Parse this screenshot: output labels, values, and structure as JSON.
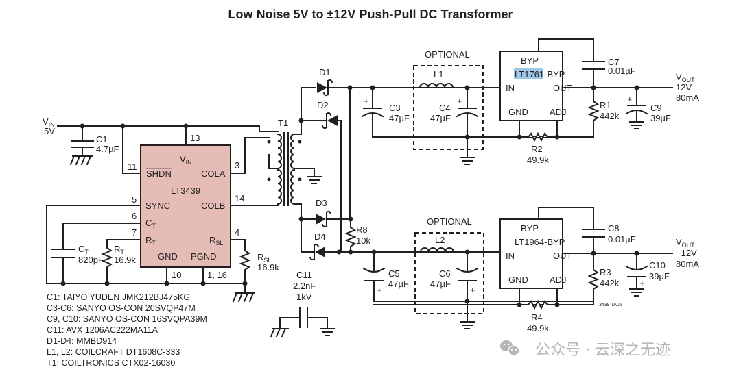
{
  "title": "Low Noise 5V to ±12V Push-Pull DC Transformer",
  "colors": {
    "ic_fill": "#e5bdb6",
    "highlight": "#9ec8e6",
    "ink": "#231f20",
    "watermark": "#b5b5b5"
  },
  "input": {
    "label": "V",
    "sub": "IN",
    "value": "5V"
  },
  "c1": {
    "ref": "C1",
    "value": "4.7µF"
  },
  "ic_main": {
    "name": "LT3439",
    "pins": {
      "vin": "V",
      "vin_sub": "IN",
      "shdn": "SHDN",
      "cola": "COLA",
      "colb": "COLB",
      "sync": "SYNC",
      "ct": "C",
      "ct_sub": "T",
      "rt": "R",
      "rt_sub": "T",
      "rsl": "R",
      "rsl_sub": "SL",
      "gnd": "GND",
      "pgnd": "PGND"
    },
    "pin_numbers": {
      "vin": "13",
      "shdn": "11",
      "cola": "3",
      "colb": "14",
      "sync": "5",
      "ct": "6",
      "rt": "7",
      "rsl": "4",
      "gnd": "10",
      "pgnd": "1, 16"
    }
  },
  "ct": {
    "ref": "C",
    "ref_sub": "T",
    "value": "820pF"
  },
  "rt": {
    "ref": "R",
    "ref_sub": "T",
    "value": "16.9k"
  },
  "rsl": {
    "ref": "R",
    "ref_sub": "SI",
    "value": "16.9k"
  },
  "t1": {
    "ref": "T1"
  },
  "diodes": {
    "d1": "D1",
    "d2": "D2",
    "d3": "D3",
    "d4": "D4"
  },
  "r8": {
    "ref": "R8",
    "value": "10k"
  },
  "c11": {
    "ref": "C11",
    "value": "2.2nF",
    "rating": "1kV"
  },
  "positive_rail": {
    "optional_label": "OPTIONAL",
    "l": "L1",
    "c_in": {
      "ref": "C3",
      "value": "47µF"
    },
    "c_filt": {
      "ref": "C4",
      "value": "47µF"
    },
    "ldo": {
      "name_highlight": "LT1761",
      "name_rest": "-BYP",
      "byp": "BYP",
      "in": "IN",
      "out": "OUT",
      "gnd": "GND",
      "adj": "ADJ"
    },
    "c_byp": {
      "ref": "C7",
      "value": "0.01µF"
    },
    "r_top": {
      "ref": "R1",
      "value": "442k"
    },
    "r_bot": {
      "ref": "R2",
      "value": "49.9k"
    },
    "c_out": {
      "ref": "C9",
      "value": "39µF"
    },
    "vout": {
      "label": "V",
      "sub": "OUT",
      "voltage": "12V",
      "current": "80mA"
    }
  },
  "negative_rail": {
    "optional_label": "OPTIONAL",
    "l": "L2",
    "c_in": {
      "ref": "C5",
      "value": "47µF"
    },
    "c_filt": {
      "ref": "C6",
      "value": "47µF"
    },
    "ldo": {
      "name": "LT1964-BYP",
      "byp": "BYP",
      "in": "IN",
      "out": "OUT",
      "gnd": "GND",
      "adj": "ADJ"
    },
    "c_byp": {
      "ref": "C8",
      "value": "0.01µF"
    },
    "r_top": {
      "ref": "R3",
      "value": "442k"
    },
    "r_bot": {
      "ref": "R4",
      "value": "49.9k"
    },
    "c_out": {
      "ref": "C10",
      "value": "39µF"
    },
    "vout": {
      "label": "V",
      "sub": "OUT",
      "voltage": "−12V",
      "current": "80mA"
    }
  },
  "drawing_id": "3439 TA02",
  "bom": [
    "C1: TAIYO YUDEN JMK212BJ475KG",
    "C3-C6: SANYO OS-CON 20SVQP47M",
    "C9, C10: SANYO OS-CON 16SVQPA39M",
    "C11: AVX 1206AC222MA11A",
    "D1-D4: MMBD914",
    "L1, L2: COILCRAFT DT1608C-333",
    "T1: COILTRONICS CTX02-16030"
  ],
  "watermark": {
    "text": "公众号 · 云深之无迹",
    "icon": "wechat-icon"
  }
}
